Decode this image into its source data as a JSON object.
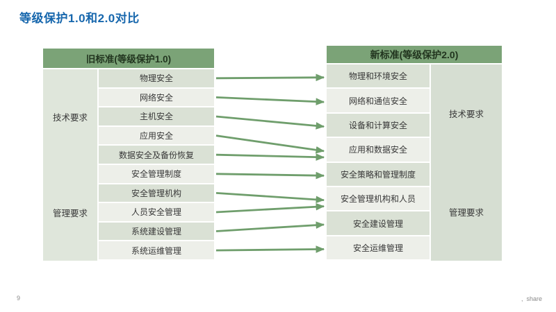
{
  "slide": {
    "title": "等级保护1.0和2.0对比",
    "page_number": "9",
    "watermark_mark": ",",
    "watermark_label": "share"
  },
  "old_table": {
    "header": "旧标准(等级保护1.0)",
    "groups": [
      {
        "category": "技术要求",
        "items": [
          "物理安全",
          "网络安全",
          "主机安全",
          "应用安全",
          "数据安全及备份恢复"
        ]
      },
      {
        "category": "管理要求",
        "items": [
          "安全管理制度",
          "安全管理机构",
          "人员安全管理",
          "系统建设管理",
          "系统运维管理"
        ]
      }
    ]
  },
  "new_table": {
    "header": "新标准(等级保护2.0)",
    "groups": [
      {
        "category": "技术要求",
        "items": [
          "物理和环境安全",
          "网络和通信安全",
          "设备和计算安全",
          "应用和数据安全"
        ]
      },
      {
        "category": "管理要求",
        "items": [
          "安全策略和管理制度",
          "安全管理机构和人员",
          "安全建设管理",
          "安全运维管理"
        ]
      }
    ]
  },
  "arrows": {
    "mappings": [
      {
        "from": "物理安全",
        "to": "物理和环境安全",
        "from_group": 0,
        "from_item": 0,
        "to_group": 0,
        "to_item": 0
      },
      {
        "from": "网络安全",
        "to": "网络和通信安全",
        "from_group": 0,
        "from_item": 1,
        "to_group": 0,
        "to_item": 1
      },
      {
        "from": "主机安全",
        "to": "设备和计算安全",
        "from_group": 0,
        "from_item": 2,
        "to_group": 0,
        "to_item": 2
      },
      {
        "from": "应用安全",
        "to": "应用和数据安全",
        "from_group": 0,
        "from_item": 3,
        "to_group": 0,
        "to_item": 3
      },
      {
        "from": "数据安全及备份恢复",
        "to": "应用和数据安全",
        "from_group": 0,
        "from_item": 4,
        "to_group": 0,
        "to_item": 3
      },
      {
        "from": "安全管理制度",
        "to": "安全策略和管理制度",
        "from_group": 1,
        "from_item": 0,
        "to_group": 1,
        "to_item": 0
      },
      {
        "from": "安全管理机构",
        "to": "安全管理机构和人员",
        "from_group": 1,
        "from_item": 1,
        "to_group": 1,
        "to_item": 1
      },
      {
        "from": "人员安全管理",
        "to": "安全管理机构和人员",
        "from_group": 1,
        "from_item": 2,
        "to_group": 1,
        "to_item": 1
      },
      {
        "from": "系统建设管理",
        "to": "安全建设管理",
        "from_group": 1,
        "from_item": 3,
        "to_group": 1,
        "to_item": 2
      },
      {
        "from": "系统运维管理",
        "to": "安全运维管理",
        "from_group": 1,
        "from_item": 4,
        "to_group": 1,
        "to_item": 3
      }
    ]
  },
  "colors": {
    "title_blue": "#1767ad",
    "header_green": "#7ba377",
    "header_text": "#22351f",
    "row_dark": "#dae1d5",
    "row_light": "#edefe9",
    "category_left_bg": "#dfe6db",
    "category_right_bg": "#d6ded2",
    "arrow_green": "#6f9e6c",
    "cell_text": "#383838",
    "footer_gray": "#8a8a8a"
  }
}
